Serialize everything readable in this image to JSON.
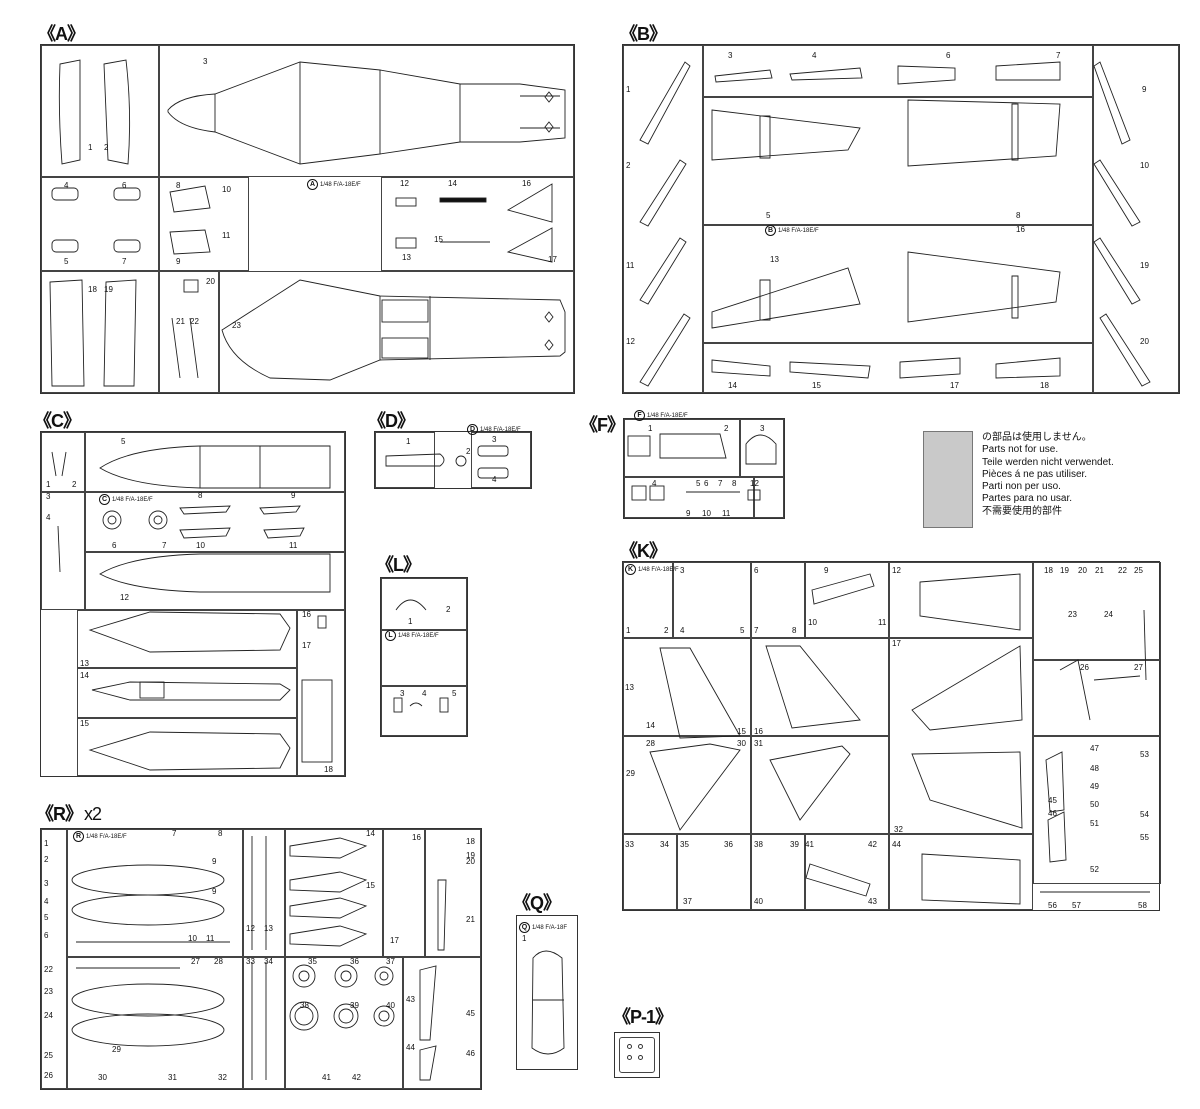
{
  "sprues": {
    "A": {
      "title": "《A》"
    },
    "B": {
      "title": "《B》"
    },
    "C": {
      "title": "《C》"
    },
    "D": {
      "title": "《D》"
    },
    "F": {
      "title": "《F》"
    },
    "K": {
      "title": "《K》"
    },
    "L": {
      "title": "《L》"
    },
    "R": {
      "title": "《R》",
      "multiplier": "x2"
    },
    "Q": {
      "title": "《Q》"
    },
    "P1": {
      "title": "《P-1》"
    }
  },
  "model_tag": "1/48 F/A-18E/F",
  "model_tag_f": "1/48 F/A-18F",
  "legend": {
    "lines": [
      "の部品は使用しません。",
      "Parts not for use.",
      "Teile werden nicht verwendet.",
      "Pièces á ne pas utiliser.",
      "Parti non per uso.",
      "Partes para no usar.",
      "不需要使用的部件"
    ]
  },
  "part_numbers": {
    "A": [
      "1",
      "2",
      "3",
      "4",
      "5",
      "6",
      "7",
      "8",
      "9",
      "10",
      "11",
      "12",
      "13",
      "14",
      "15",
      "16",
      "17",
      "18",
      "19",
      "20",
      "21",
      "22",
      "23"
    ],
    "B": [
      "1",
      "2",
      "3",
      "4",
      "5",
      "6",
      "7",
      "8",
      "9",
      "10",
      "11",
      "12",
      "13",
      "14",
      "15",
      "16",
      "17",
      "18",
      "19",
      "20"
    ],
    "C": [
      "1",
      "2",
      "3",
      "4",
      "5",
      "6",
      "7",
      "8",
      "9",
      "10",
      "11",
      "12",
      "13",
      "14",
      "15",
      "16",
      "17",
      "18"
    ],
    "D": [
      "1",
      "2",
      "3",
      "4"
    ],
    "F": [
      "1",
      "2",
      "3",
      "4",
      "5",
      "6",
      "7",
      "8",
      "9",
      "10",
      "11",
      "12"
    ],
    "L": [
      "1",
      "2",
      "3",
      "4",
      "5"
    ],
    "K": [
      "1",
      "2",
      "3",
      "4",
      "5",
      "6",
      "7",
      "8",
      "9",
      "10",
      "11",
      "12",
      "13",
      "14",
      "15",
      "16",
      "17",
      "18",
      "19",
      "20",
      "21",
      "22",
      "23",
      "24",
      "25",
      "26",
      "27",
      "28",
      "29",
      "30",
      "31",
      "32",
      "33",
      "34",
      "35",
      "36",
      "37",
      "38",
      "39",
      "40",
      "41",
      "42",
      "43",
      "44",
      "45",
      "46",
      "47",
      "48",
      "49",
      "50",
      "51",
      "52",
      "53",
      "54",
      "55",
      "56",
      "57",
      "58"
    ],
    "R": [
      "1",
      "2",
      "3",
      "4",
      "5",
      "6",
      "7",
      "8",
      "9",
      "10",
      "11",
      "12",
      "13",
      "14",
      "15",
      "16",
      "17",
      "18",
      "19",
      "20",
      "21",
      "22",
      "23",
      "24",
      "25",
      "26",
      "27",
      "28",
      "29",
      "30",
      "31",
      "32",
      "33",
      "34",
      "35",
      "36",
      "37",
      "38",
      "39",
      "40",
      "41",
      "42",
      "43",
      "44",
      "45",
      "46"
    ],
    "Q": [
      "1"
    ]
  }
}
